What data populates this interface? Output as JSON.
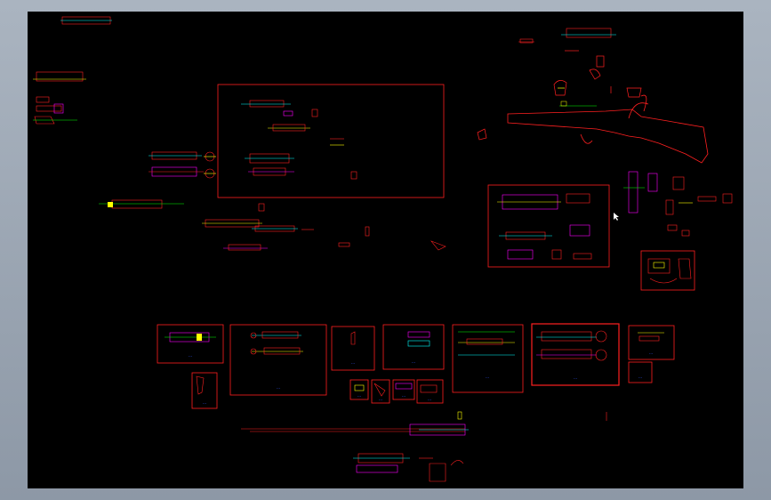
{
  "viewport": {
    "background": "#000000",
    "frame": "#98a3b0"
  },
  "colors": {
    "red": "#ff2020",
    "yellow": "#ffff00",
    "green": "#00ff00",
    "cyan": "#00ffff",
    "magenta": "#ff00ff",
    "blue": "#3355ff",
    "white": "#ffffff"
  },
  "sheets": [
    {
      "id": "main-view-frame",
      "caption": ""
    },
    {
      "id": "receiver-group-frame",
      "caption": ""
    },
    {
      "id": "stock-detail-frame",
      "caption": ""
    },
    {
      "id": "detail-1",
      "caption": "..."
    },
    {
      "id": "detail-2",
      "caption": "..."
    },
    {
      "id": "detail-3",
      "caption": "..."
    },
    {
      "id": "detail-4",
      "caption": "..."
    },
    {
      "id": "detail-5",
      "caption": "..."
    },
    {
      "id": "detail-6",
      "caption": "..."
    },
    {
      "id": "detail-7",
      "caption": "..."
    },
    {
      "id": "detail-8",
      "caption": "..."
    },
    {
      "id": "detail-9",
      "caption": "..."
    },
    {
      "id": "detail-10",
      "caption": "..."
    },
    {
      "id": "detail-11",
      "caption": "..."
    },
    {
      "id": "detail-12",
      "caption": "..."
    },
    {
      "id": "detail-13",
      "caption": "..."
    },
    {
      "id": "detail-14",
      "caption": "..."
    }
  ],
  "icons": {
    "cursor": "arrow-pointer-icon"
  }
}
